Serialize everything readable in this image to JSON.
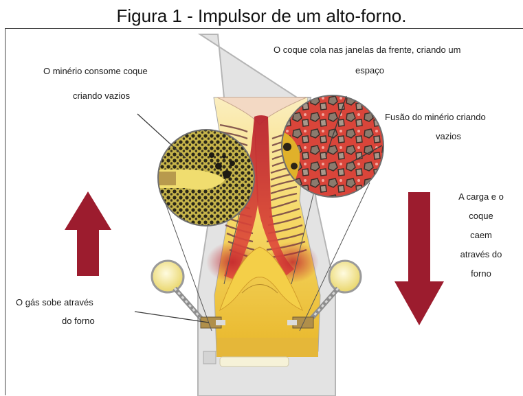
{
  "caption": "Figura 1 - Impulsor de um alto-forno.",
  "labels": {
    "ore_consumes_coke_line1": "O minério consome coque",
    "ore_consumes_coke_line2": "criando vazios",
    "coke_sticks_line1": "O coque cola nas janelas da frente, criando um",
    "coke_sticks_line2": "espaço",
    "ore_melting_line1": "Fusão do minério criando",
    "ore_melting_line2": "vazios",
    "burden_falls_line1": "A carga e o",
    "burden_falls_line2": "coque",
    "burden_falls_line3": "caem",
    "burden_falls_line4": "através do",
    "burden_falls_line5": "forno",
    "gas_rises_line1": "O gás sobe através",
    "gas_rises_line2": "do forno"
  },
  "colors": {
    "arrow": "#9c1c2e",
    "molten": "#f2d35a",
    "hot_zone": "#c8383c",
    "furnace_wall": "#d9d9d9"
  }
}
